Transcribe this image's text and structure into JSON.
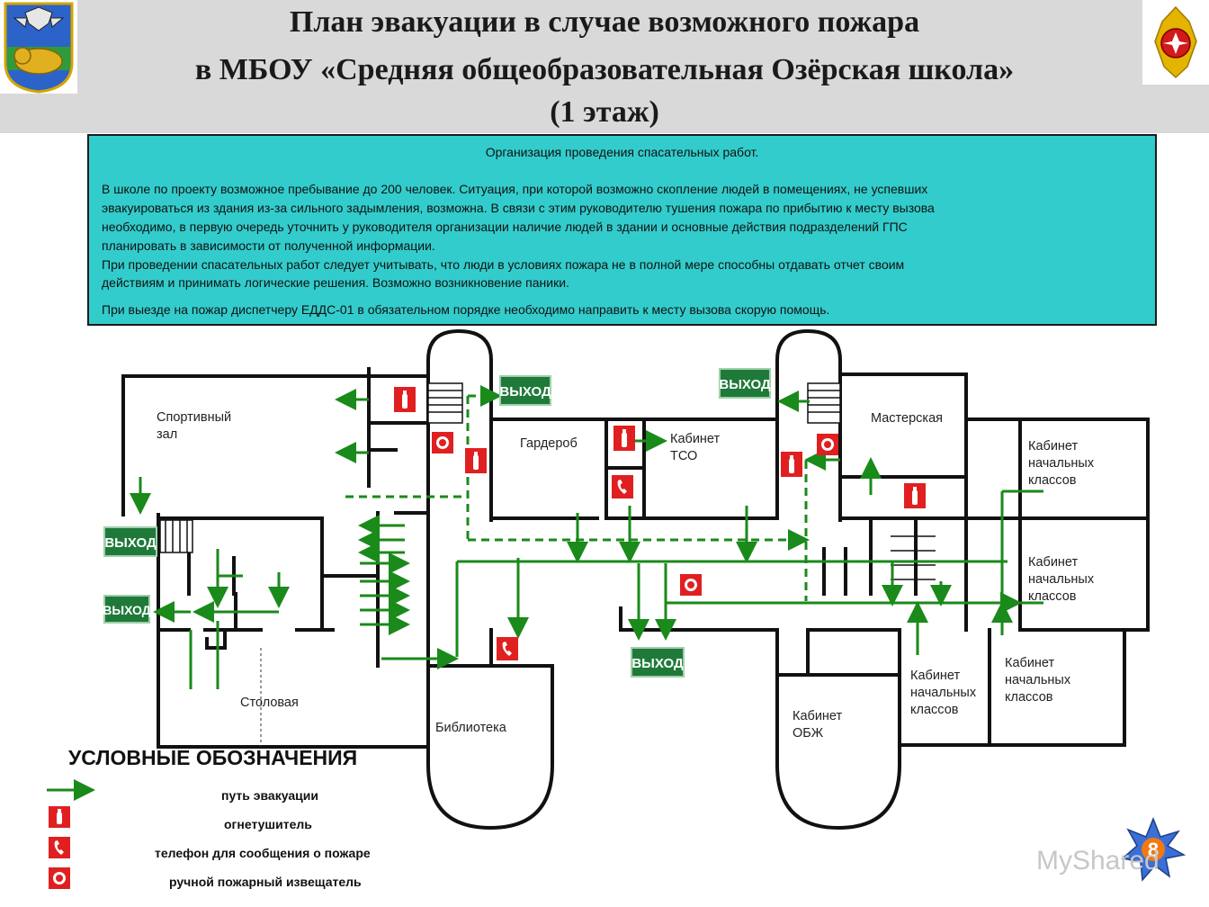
{
  "header": {
    "title_line1": "План эвакуации в случае возможного пожара",
    "title_line2": "в МБОУ «Средняя общеобразовательная Озёрская школа»",
    "title_line3": "(1 этаж)"
  },
  "info": {
    "heading": "Организация проведения спасательных работ.",
    "lines": [
      "В   школе по проекту  возможное пребывание до 200 человек.  Ситуация, при которой возможно скопление людей в помещениях, не успевших",
      "эвакуироваться из здания из-за сильного задымления,  возможна. В связи с этим руководителю тушения пожара по прибытию к месту вызова",
      "необходимо, в первую очередь уточнить у руководителя организации наличие людей в здании и основные действия подразделений  ГПС",
      "планировать  в зависимости от полученной информации.",
      "При проведении спасательных работ следует учитывать, что люди в условиях пожара не в полной мере способны отдавать отчет своим",
      "действиям и принимать логические решения. Возможно возникновение паники."
    ],
    "last_line": "При выезде на пожар диспетчеру ЕДДС-01  в обязательном порядке необходимо направить к месту вызова скорую помощь."
  },
  "rooms": {
    "sport_hall": [
      "Спортивный",
      "зал"
    ],
    "wardrobe": "Гардероб",
    "tso": [
      "Кабинет",
      "ТСО"
    ],
    "workshop": "Мастерская",
    "primary1": [
      "Кабинет",
      "начальных",
      "классов"
    ],
    "primary2": [
      "Кабинет",
      "начальных",
      "классов"
    ],
    "primary3": [
      "Кабинет",
      "начальных",
      "классов"
    ],
    "primary4": [
      "Кабинет",
      "начальных",
      "классов"
    ],
    "canteen": "Столовая",
    "library": "Библиотека",
    "obzh": [
      "Кабинет",
      "ОБЖ"
    ]
  },
  "exit_sign": "ВЫХОД",
  "legend": {
    "title": "УСЛОВНЫЕ ОБОЗНАЧЕНИЯ",
    "items": [
      {
        "icon": "evacuation-arrow-icon",
        "label": "путь эвакуации"
      },
      {
        "icon": "extinguisher-icon",
        "label": "огнетушитель"
      },
      {
        "icon": "phone-icon",
        "label": "телефон для сообщения о пожаре"
      },
      {
        "icon": "alarm-button-icon",
        "label": "ручной пожарный извещатель"
      }
    ]
  },
  "page_number": "8",
  "watermark": "MyShared",
  "colors": {
    "header_bg": "#d9d9d9",
    "info_bg": "#33cccc",
    "route_green": "#1a8a1a",
    "sign_green": "#1f7a3a",
    "fire_red": "#e02020",
    "wall": "#111111"
  }
}
